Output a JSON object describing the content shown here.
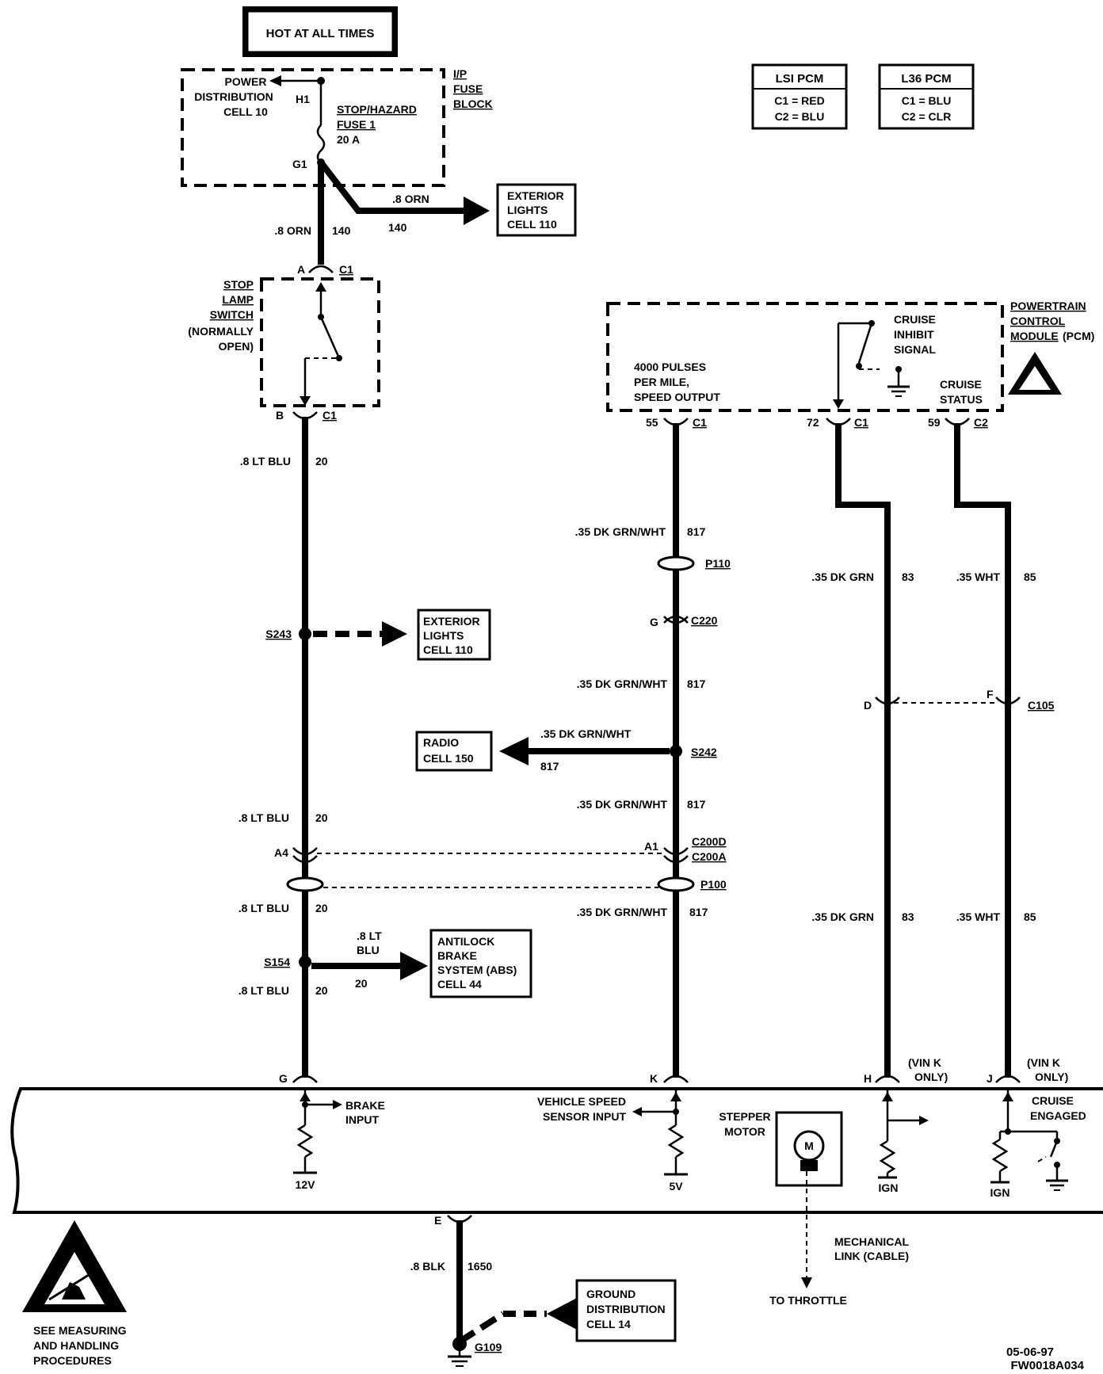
{
  "header": {
    "hot_at_all_times": "HOT AT ALL TIMES"
  },
  "pcm_tables": {
    "lsi": {
      "title": "LSI PCM",
      "c1": "C1 = RED",
      "c2": "C2 = BLU"
    },
    "l36": {
      "title": "L36 PCM",
      "c1": "C1 = BLU",
      "c2": "C2 = CLR"
    }
  },
  "fuse_block": {
    "power_dist_1": "POWER",
    "power_dist_2": "DISTRIBUTION",
    "power_dist_3": "CELL 10",
    "h1": "H1",
    "g1": "G1",
    "fuse_1": "STOP/HAZARD",
    "fuse_2": "FUSE 1",
    "fuse_3": "20 A",
    "block_1": "I/P",
    "block_2": "FUSE",
    "block_3": "BLOCK"
  },
  "exterior_top": {
    "wire": ".8 ORN",
    "circuit": "140",
    "l1": "EXTERIOR",
    "l2": "LIGHTS",
    "l3": "CELL 110"
  },
  "main_wire": {
    "orn": ".8 ORN",
    "orn_circuit": "140"
  },
  "stop_switch": {
    "pin_a": "A",
    "pin_b": "B",
    "conn": "C1",
    "l1": "STOP",
    "l2": "LAMP",
    "l3": "SWITCH",
    "l4": "(NORMALLY",
    "l5": "OPEN)"
  },
  "left_wire": {
    "w1": ".8 LT BLU",
    "c1": "20",
    "s243": "S243",
    "w2": ".8 LT BLU",
    "c2": "20",
    "a4": "A4",
    "w3": ".8 LT BLU",
    "c3": "20",
    "s154": "S154",
    "w4": ".8 LT BLU",
    "c4": "20",
    "g": "G"
  },
  "exterior_mid": {
    "l1": "EXTERIOR",
    "l2": "LIGHTS",
    "l3": "CELL 110"
  },
  "abs": {
    "w1": ".8 LT",
    "w2": "BLU",
    "circuit": "20",
    "l1": "ANTILOCK",
    "l2": "BRAKE",
    "l3": "SYSTEM (ABS)",
    "l4": "CELL 44"
  },
  "pcm": {
    "t1": "POWERTRAIN",
    "t2": "CONTROL",
    "t3": "MODULE",
    "t4": "(PCM)",
    "pulses_1": "4000 PULSES",
    "pulses_2": "PER MILE,",
    "pulses_3": "SPEED OUTPUT",
    "inhibit_1": "CRUISE",
    "inhibit_2": "INHIBIT",
    "inhibit_3": "SIGNAL",
    "status_1": "CRUISE",
    "status_2": "STATUS",
    "p55": "55",
    "p72": "72",
    "p59": "59",
    "c1a": "C1",
    "c1b": "C1",
    "c2": "C2"
  },
  "speed_wire": {
    "w1": ".35 DK GRN/WHT",
    "c1": "817",
    "p110": "P110",
    "g": "G",
    "c220": "C220",
    "w2": ".35 DK GRN/WHT",
    "c2": "817",
    "s242": "S242",
    "w3": ".35 DK GRN/WHT",
    "c3": "817",
    "a1": "A1",
    "c200d": "C200D",
    "c200a": "C200A",
    "p100": "P100",
    "w4": ".35 DK GRN/WHT",
    "c4": "817",
    "k": "K"
  },
  "radio": {
    "wire": ".35 DK GRN/WHT",
    "circuit": "817",
    "l1": "RADIO",
    "l2": "CELL 150"
  },
  "wire83": {
    "w1": ".35 DK GRN",
    "c1": "83",
    "d": "D",
    "w2": ".35 DK GRN",
    "c2": "83",
    "h": "H",
    "vin1": "(VIN K",
    "vin2": "ONLY)"
  },
  "wire85": {
    "w1": ".35 WHT",
    "c1": "85",
    "f": "F",
    "c105": "C105",
    "w2": ".35 WHT",
    "c2": "85",
    "j": "J",
    "vin1": "(VIN K",
    "vin2": "ONLY)"
  },
  "module": {
    "brake_1": "BRAKE",
    "brake_2": "INPUT",
    "v12": "12V",
    "vss_1": "VEHICLE SPEED",
    "vss_2": "SENSOR INPUT",
    "v5": "5V",
    "stepper_1": "STEPPER",
    "stepper_2": "MOTOR",
    "motor": "M",
    "ign1": "IGN",
    "ign2": "IGN",
    "engaged_1": "CRUISE",
    "engaged_2": "ENGAGED"
  },
  "ground": {
    "e": "E",
    "wire": ".8 BLK",
    "circuit": "1650",
    "g109": "G109",
    "l1": "GROUND",
    "l2": "DISTRIBUTION",
    "l3": "CELL 14"
  },
  "throttle": {
    "l1": "MECHANICAL",
    "l2": "LINK (CABLE)",
    "l3": "TO THROTTLE"
  },
  "esd": {
    "l1": "SEE MEASURING",
    "l2": "AND HANDLING",
    "l3": "PROCEDURES"
  },
  "footer": {
    "date": "05-06-97",
    "code": "FW0018A034"
  }
}
